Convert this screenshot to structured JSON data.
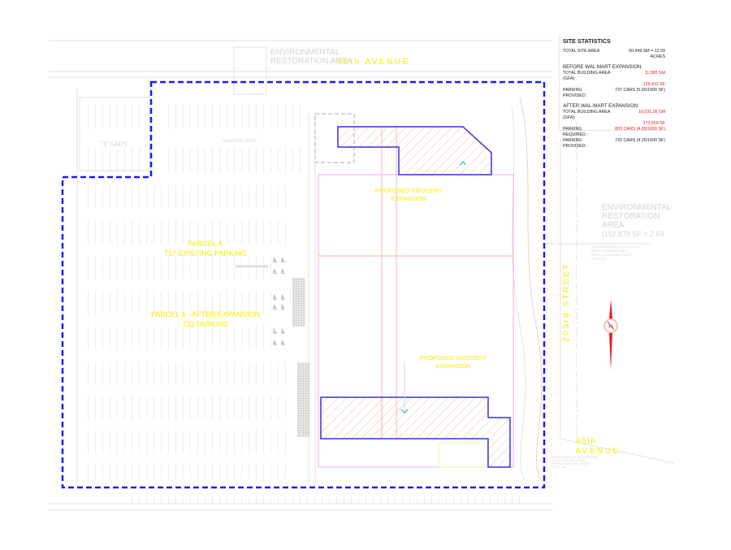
{
  "streets": {
    "north": "66th AVENUE",
    "east": "203rd STREET",
    "southeast_line1": "65th",
    "southeast_line2": "AVENUE"
  },
  "areas": {
    "env_north_line1": "ENVIRONMENTAL",
    "env_north_line2": "RESTORATION AREA",
    "env_east_line1": "ENVIRONMENTAL",
    "env_east_line2": "RESTORATION",
    "env_east_line3": "AREA",
    "env_east_line4": "(112,878 SF = 2.59",
    "env_note_line1": "ENVIRONMENTAL RESTORATION",
    "env_note_line2": "AREA TO BE ENCLOSED",
    "env_note_line3": "WITH A CHAIN LINK FENCE",
    "env_note_line4": "(TYPICAL)",
    "cars_70": "70 CARS",
    "seasonal": "SEASONAL AREA"
  },
  "labels": {
    "grocery_top_line1": "PROPOSED GROCERY",
    "grocery_top_line2": "EXPANSION",
    "grocery_bottom_line1": "PROPOSED GROCERY",
    "grocery_bottom_line2": "EXPANSION",
    "parcel_existing_line1": "PARCEL A",
    "parcel_existing_line2": "737 EXISTING PARKING",
    "parcel_after_line1": "PARCEL A - AFTER EXPANSION",
    "parcel_after_line2": "733 PARKING",
    "compass": "N"
  },
  "site_statistics": {
    "title": "SITE STATISTICS",
    "total_site_area_label": "TOTAL SITE AREA",
    "total_site_area_value": "50,949 SM = 12.59 ACRES",
    "before": {
      "heading": "BEFORE WAL MART EXPANSION:",
      "gfa_label": "TOTAL BUILDING AREA (GFA):",
      "gfa_sm": "11,995 SM",
      "gfa_sf": "129,431 SF",
      "parking_provided_label": "PARKING PROVIDED :",
      "parking_provided_value": "737 CARS (5.69/1000 SF)"
    },
    "after": {
      "heading": "AFTER WAL-MART EXPANSION:",
      "gfa_label": "TOTAL BUILDING AREA (GFA):",
      "gfa_sm": "16,031.26 SM",
      "gfa_sf": "172,559 SF",
      "parking_required_label": "PARKING REQUIRED :",
      "parking_required_value": "803 CARS (4.65/1000 SF)",
      "parking_provided_label": "PARKING PROVIDED :",
      "parking_provided_value": "733 CARS (4.25/1000 SF)"
    }
  },
  "colors": {
    "boundary": "#1a1aff",
    "expansion_outline": "#3333dd",
    "label_yellow": "#f2ee00",
    "stat_red": "#e0201e"
  }
}
